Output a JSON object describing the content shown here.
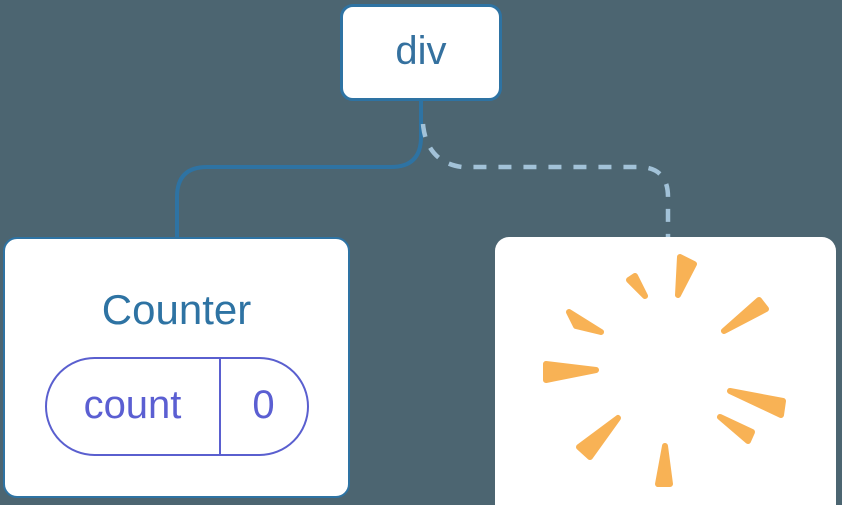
{
  "diagram": {
    "root_node": {
      "label": "div"
    },
    "counter_card": {
      "title": "Counter",
      "state_pill": {
        "key": "count",
        "value": "0"
      }
    },
    "destroyed_card": {
      "icon": "poof-starburst-icon"
    },
    "connectors": {
      "left": {
        "style": "solid"
      },
      "right": {
        "style": "dashed"
      }
    }
  },
  "colors": {
    "background": "#4c6571",
    "card_background": "#ffffff",
    "node_border_blue": "#2e73a3",
    "node_text_blue": "#35719f",
    "solid_connector_blue": "#2e73a3",
    "dashed_connector_light_blue": "#a2c2d8",
    "state_pill_purple": "#5a5fcf",
    "state_text_purple": "#5b5fd2",
    "poof_orange": "#f8b255"
  }
}
